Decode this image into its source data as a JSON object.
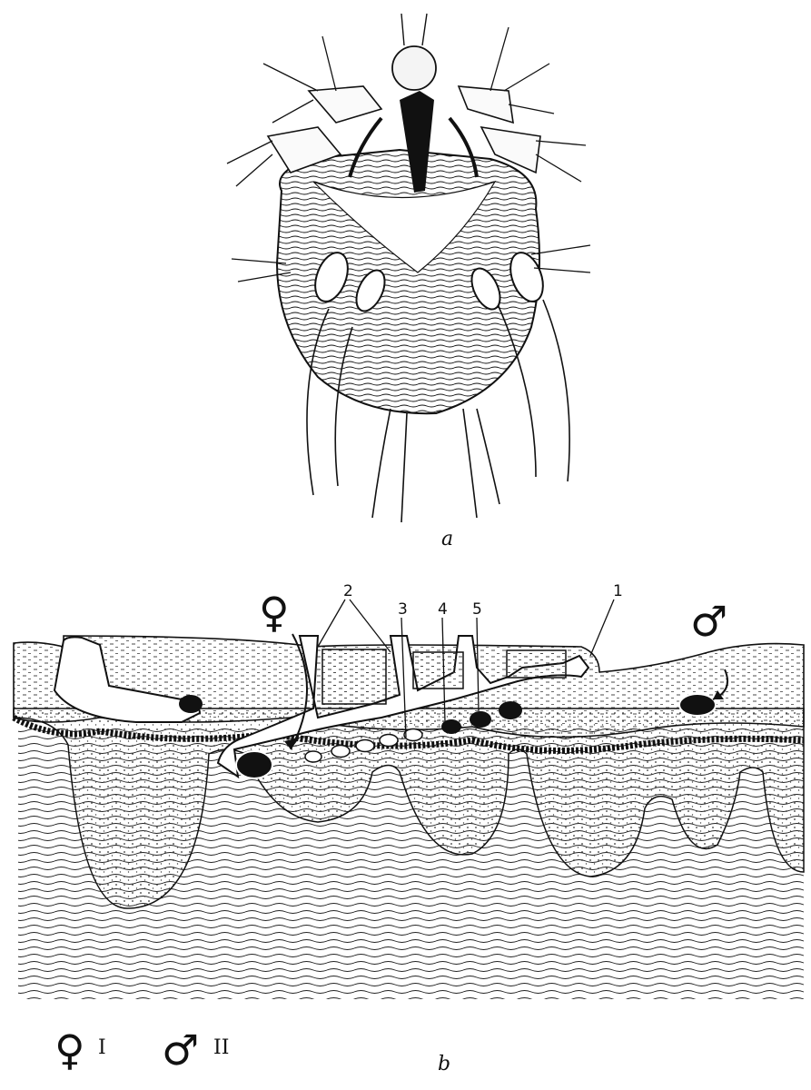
{
  "panel_a": {
    "caption": "a"
  },
  "panel_b": {
    "caption": "b",
    "labels": [
      "1",
      "2",
      "3",
      "4",
      "5"
    ],
    "female_symbol": "♀",
    "male_symbol": "♂"
  },
  "legend": {
    "female_symbol": "♀",
    "female_numeral": "I",
    "male_symbol": "♂",
    "male_numeral": "II"
  }
}
